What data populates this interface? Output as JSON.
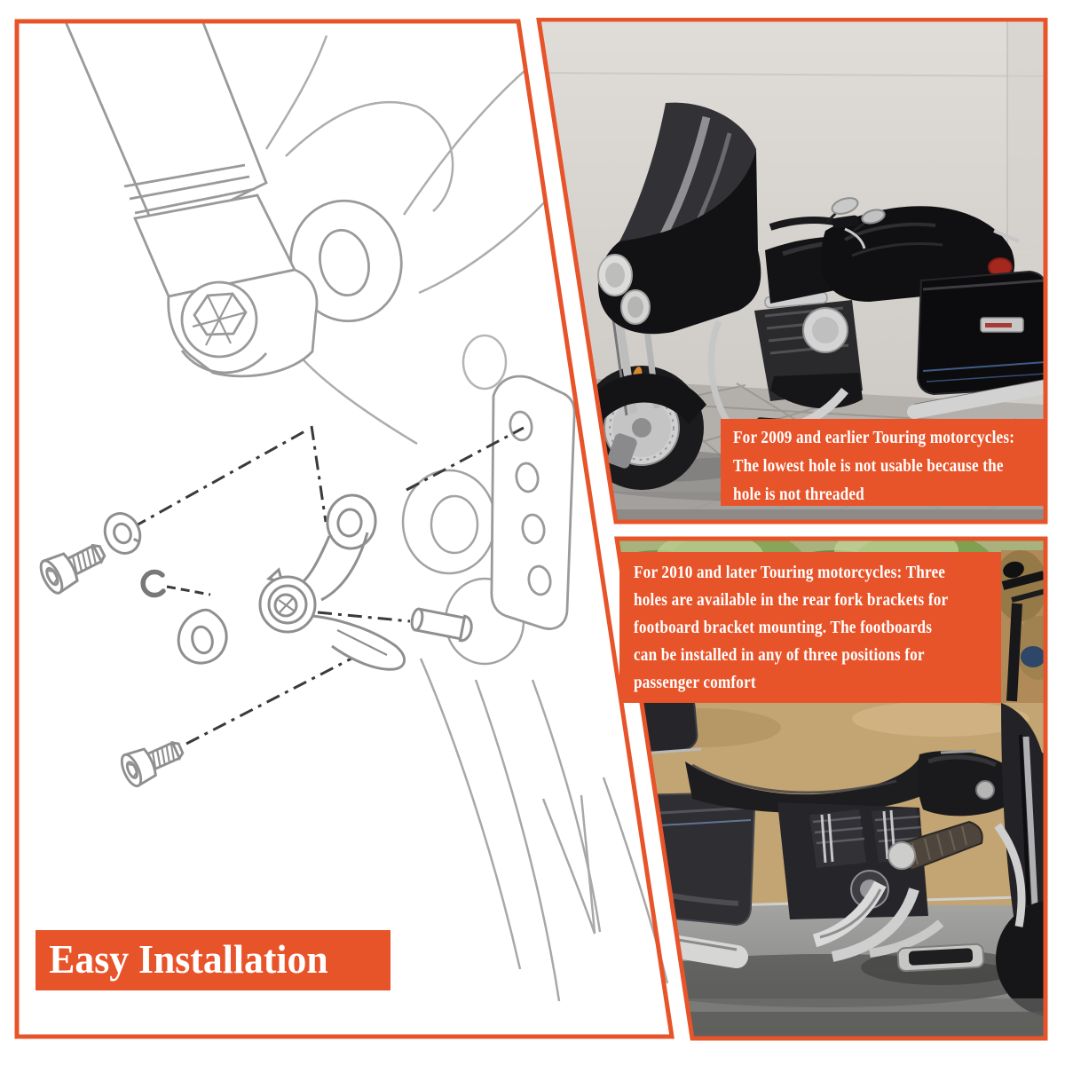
{
  "colors": {
    "accent_orange": "#e8542a",
    "caption_text": "#ffffff",
    "diagram_line_gray": "#9a9a9a",
    "leader_line_dark": "#3a3a3a"
  },
  "captions": {
    "early_models": {
      "lines": [
        "For 2009 and earlier Touring motorcycles:",
        "The lowest hole is not usable because the",
        "hole is not threaded"
      ]
    },
    "later_models": {
      "lines": [
        "For 2010 and later Touring motorcycles: Three",
        "holes are available in the rear fork brackets for",
        "footboard bracket mounting. The footboards",
        "can be installed in any of three positions for",
        "passenger comfort"
      ]
    }
  },
  "banner": {
    "text": "Easy Installation"
  }
}
